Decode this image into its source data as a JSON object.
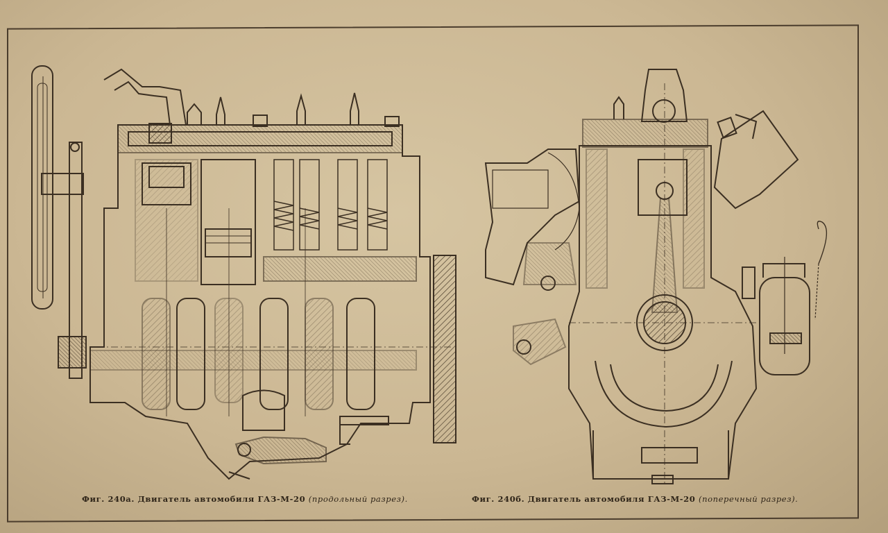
{
  "figures": [
    {
      "label": "Фиг. 240а.",
      "text": "Двигатель автомобиля ГАЗ-М-20",
      "note": "(продольный разрез)."
    },
    {
      "label": "Фиг. 240б.",
      "text": "Двигатель автомобиля ГАЗ-М-20",
      "note": "(поперечный разрез)."
    }
  ],
  "colors": {
    "paper": "#cbb793",
    "ink": "#3b2f22",
    "hatch": "#5a4a36"
  }
}
